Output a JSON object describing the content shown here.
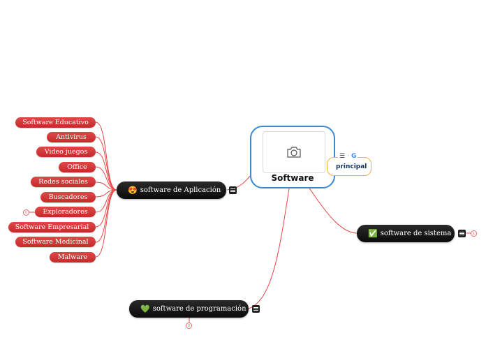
{
  "central": {
    "title": "Software",
    "icon": "camera-icon"
  },
  "principal": {
    "label": "principal"
  },
  "branches": {
    "aplicacion": {
      "label": "software de Aplicación",
      "emoji": "😍"
    },
    "sistema": {
      "label": "software de sistema",
      "emoji": "✅",
      "counter": "1"
    },
    "programacion": {
      "label": "software de programación",
      "emoji": "💚",
      "counter": "0"
    }
  },
  "leaves": [
    {
      "label": "Software Educativo"
    },
    {
      "label": "Antivirus"
    },
    {
      "label": "Video juegos"
    },
    {
      "label": "Office"
    },
    {
      "label": "Redes sociales"
    },
    {
      "label": "Buscadores"
    },
    {
      "label": "Exploradores",
      "counter": "0"
    },
    {
      "label": "Software Empresarial"
    },
    {
      "label": "Software Medicinal"
    },
    {
      "label": "Malware"
    }
  ],
  "colors": {
    "central_border": "#3b8ad0",
    "connector": "#e64545",
    "branch_fill": "#111111",
    "leaf_fill": "#d63a3a",
    "principal_border": "#e5b83a"
  }
}
